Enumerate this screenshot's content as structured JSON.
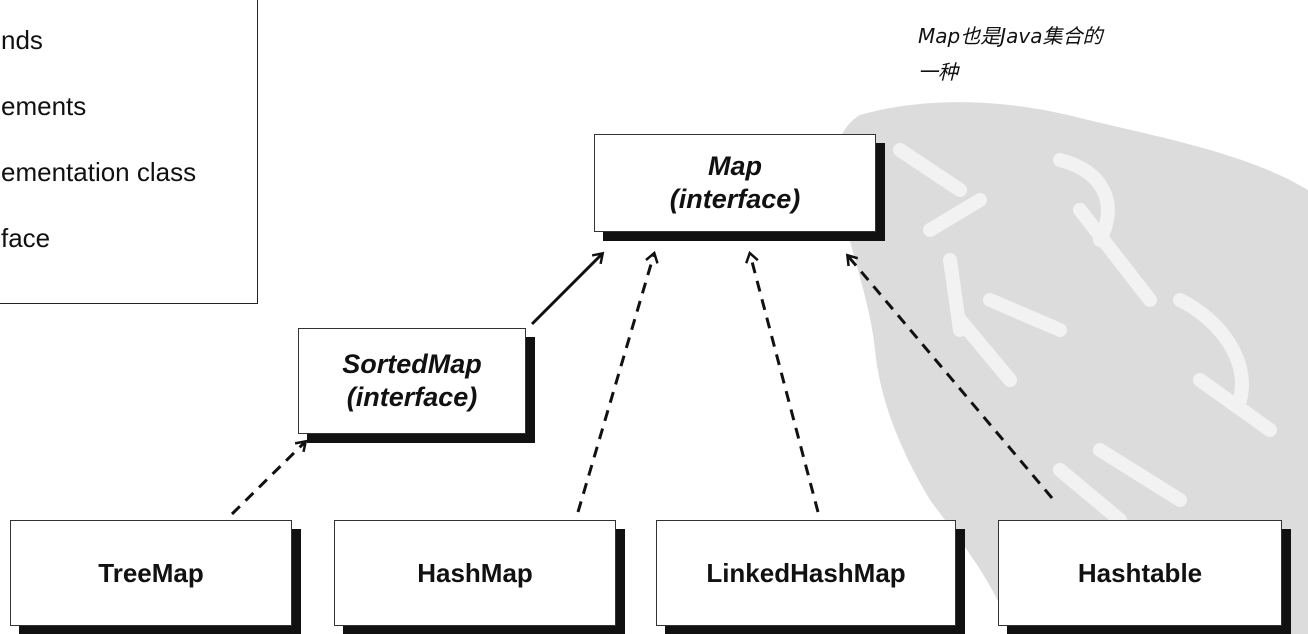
{
  "legend": {
    "items": [
      "nds",
      "ements",
      "ementation class",
      "face"
    ]
  },
  "note": {
    "line1": "Map也是Java集合的",
    "line2": "一种"
  },
  "nodes": {
    "map": {
      "name": "Map",
      "kind": "(interface)"
    },
    "sortedmap": {
      "name": "SortedMap",
      "kind": "(interface)"
    },
    "treemap": {
      "name": "TreeMap"
    },
    "hashmap": {
      "name": "HashMap"
    },
    "linkedhashmap": {
      "name": "LinkedHashMap"
    },
    "hashtable": {
      "name": "Hashtable"
    }
  },
  "colors": {
    "box_shadow": "#111111",
    "watermark": "#d9d9d9",
    "arrow": "#111111"
  }
}
